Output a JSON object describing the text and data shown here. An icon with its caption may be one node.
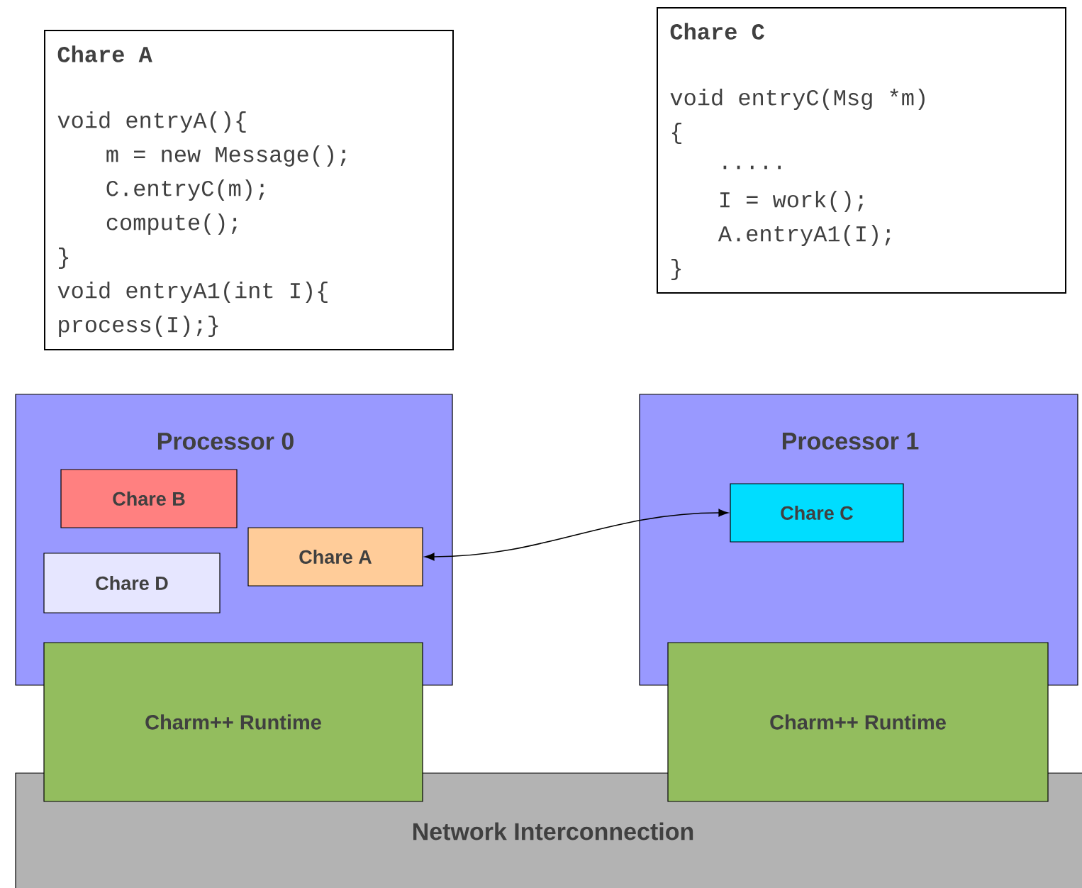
{
  "diagram": {
    "nodes": [
      {
        "text": [
          "Chare A",
          "void entryA(){",
          "m = new Message();",
          "C.entryC(m);",
          "compute();",
          "}",
          "void entryA1(int I){",
          "process(I);}"
        ]
      },
      {
        "text": [
          "Chare C",
          "void entryC(Msg *m)",
          "{",
          ".....",
          "I = work();",
          "A.entryA1(I);",
          "}"
        ]
      },
      {
        "text": [
          "Processor 0"
        ]
      },
      {
        "text": [
          "Chare B"
        ],
        "in": 2
      },
      {
        "text": [
          "Chare A"
        ],
        "in": 2
      },
      {
        "text": [
          "Chare D"
        ],
        "in": 2
      },
      {
        "text": [
          "Processor 1"
        ]
      },
      {
        "text": [
          "Chare C"
        ],
        "in": 6
      },
      {
        "text": [
          "Network Interconnection"
        ]
      },
      {
        "text": [
          "Charm++ Runtime"
        ]
      },
      {
        "text": [
          "Charm++ Runtime"
        ]
      }
    ],
    "edges": [
      {
        "from": 4,
        "to": 7,
        "arrow": "both"
      }
    ]
  }
}
